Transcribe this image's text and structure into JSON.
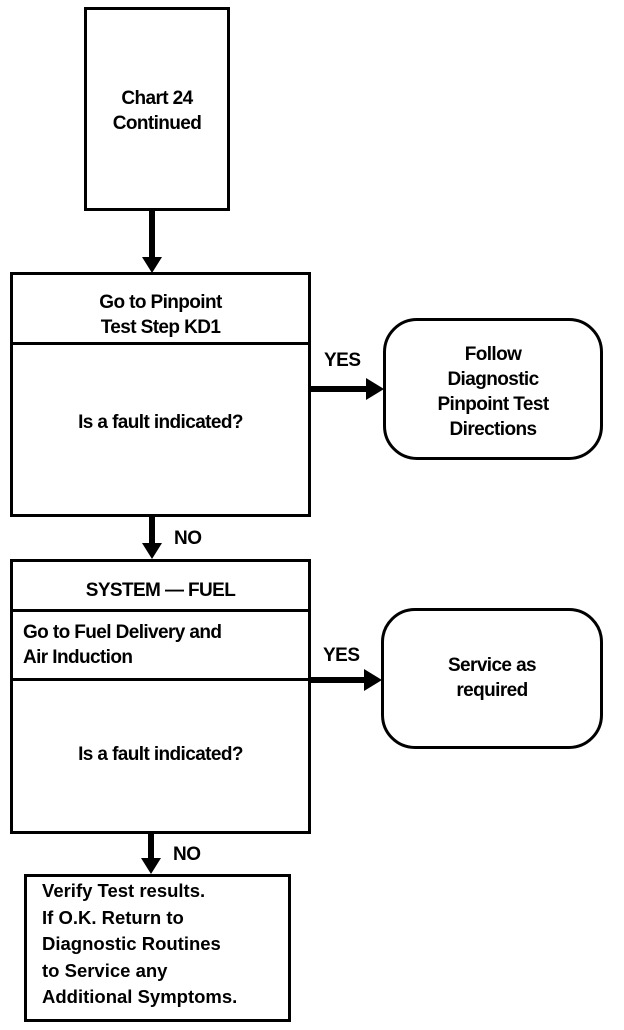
{
  "flowchart": {
    "start": {
      "text": "Chart 24\nContinued"
    },
    "step1": {
      "header": "Go to Pinpoint\nTest Step KD1",
      "question": "Is a fault indicated?",
      "yes_label": "YES",
      "no_label": "NO",
      "yes_result": "Follow\nDiagnostic\nPinpoint Test\nDirections"
    },
    "step2": {
      "system": "SYSTEM — FUEL",
      "header": "Go to Fuel Delivery and\nAir Induction",
      "question": "Is a fault indicated?",
      "yes_label": "YES",
      "no_label": "NO",
      "yes_result": "Service as\nrequired"
    },
    "end": {
      "text": "Verify Test results.\nIf O.K. Return to\nDiagnostic Routines\nto Service any\nAdditional Symptoms."
    }
  }
}
